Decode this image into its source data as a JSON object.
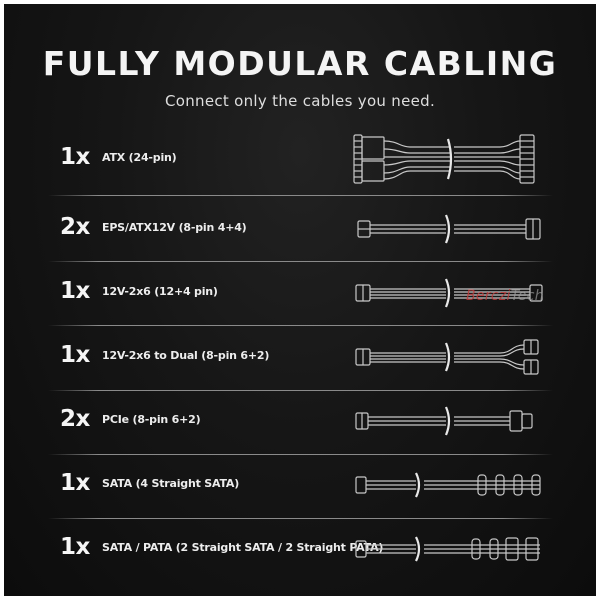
{
  "header": {
    "title": "FULLY MODULAR CABLING",
    "subtitle": "Connect only the cables you need."
  },
  "cables": [
    {
      "quantity": "1x",
      "name": "ATX (24-pin)",
      "icon": "atx-24pin-cable-icon"
    },
    {
      "quantity": "2x",
      "name": "EPS/ATX12V (8-pin 4+4)",
      "icon": "eps-cable-icon"
    },
    {
      "quantity": "1x",
      "name": "12V-2x6 (12+4 pin)",
      "icon": "12v-2x6-cable-icon"
    },
    {
      "quantity": "1x",
      "name": "12V-2x6 to Dual (8-pin 6+2)",
      "icon": "12v-2x6-to-dual-cable-icon"
    },
    {
      "quantity": "2x",
      "name": "PCIe (8-pin 6+2)",
      "icon": "pcie-cable-icon"
    },
    {
      "quantity": "1x",
      "name": "SATA (4 Straight SATA)",
      "icon": "sata-cable-icon"
    },
    {
      "quantity": "1x",
      "name": "SATA / PATA (2 Straight SATA / 2 Straight PATA)",
      "icon": "sata-pata-cable-icon"
    }
  ],
  "watermark": {
    "part1": "Berczi",
    "part2": "Tech"
  },
  "colors": {
    "background": "#141414",
    "text": "#f4f4f4",
    "divider": "#8a8a8a",
    "watermark": "#c03a3a"
  }
}
